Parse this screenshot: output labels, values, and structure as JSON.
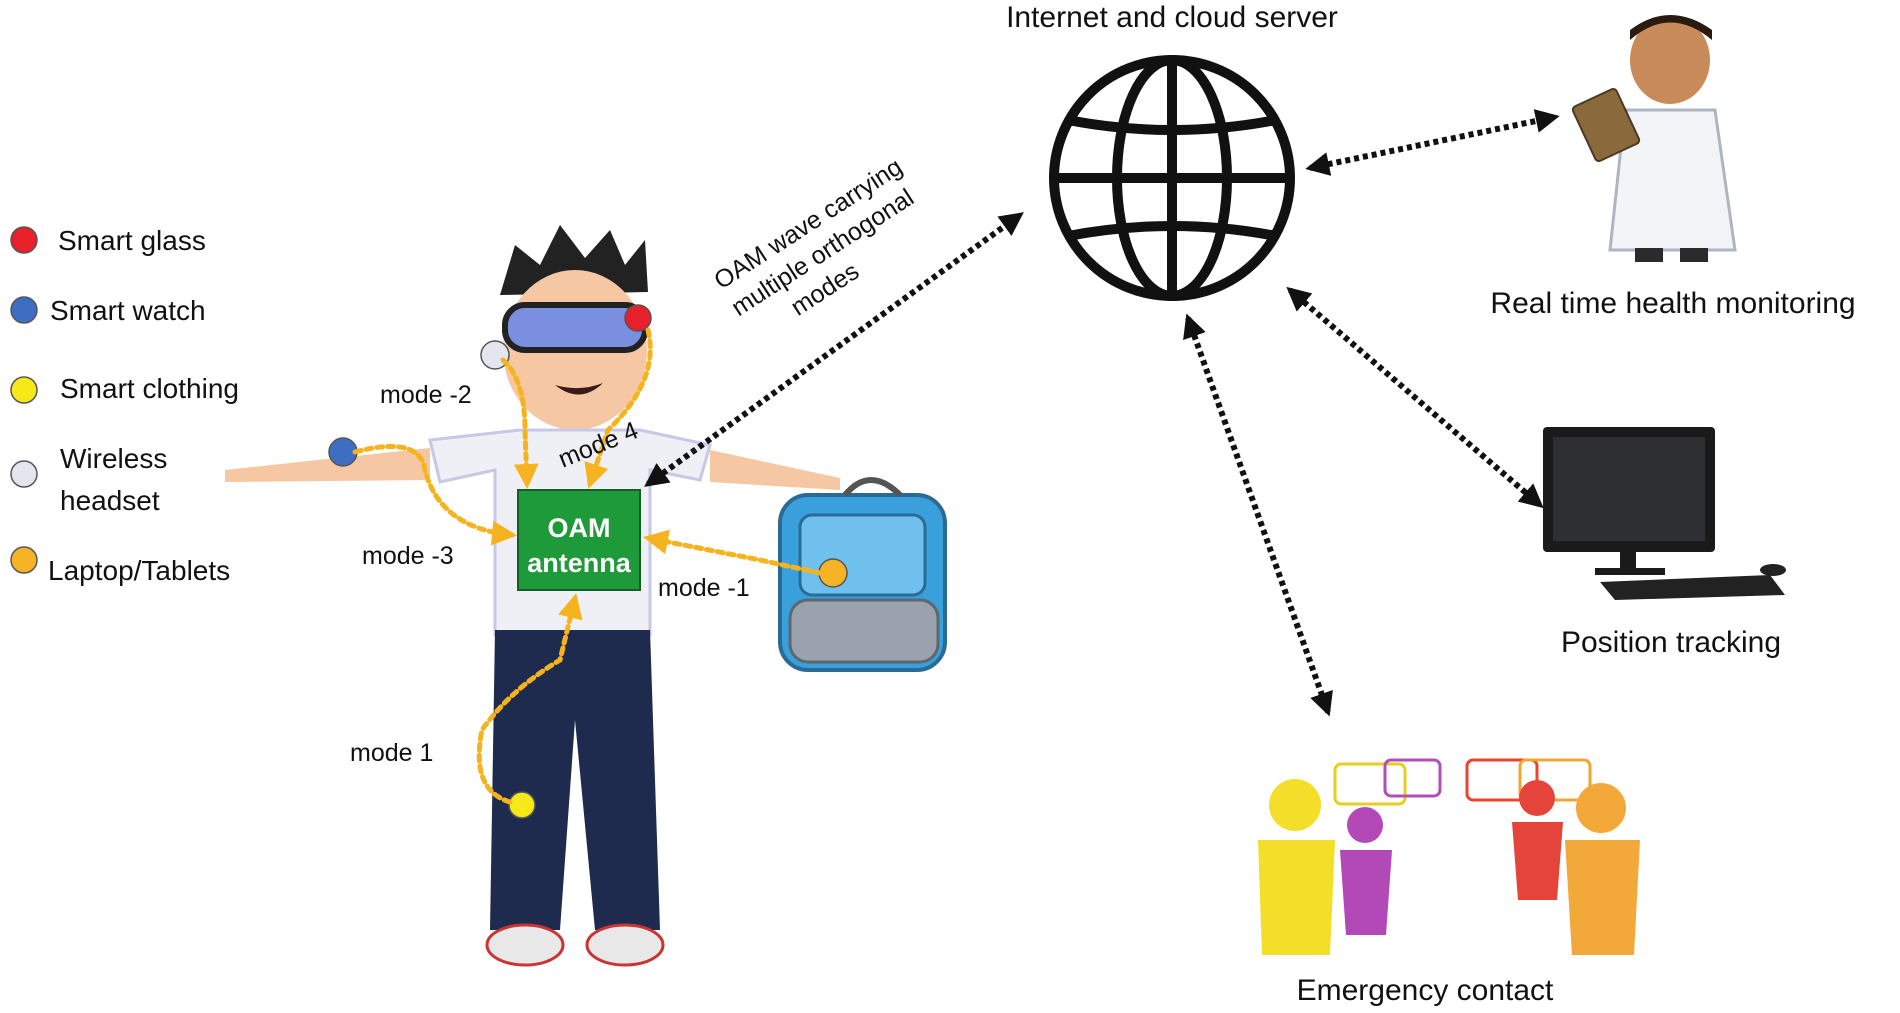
{
  "legend": {
    "items": [
      {
        "label": "Smart glass",
        "color": "#e8202a"
      },
      {
        "label": "Smart watch",
        "color": "#3e6ec2"
      },
      {
        "label": "Smart clothing",
        "color": "#f7e81a"
      },
      {
        "label": "Wireless",
        "label2": "headset",
        "color": "#e3e6ee"
      },
      {
        "label": "Laptop/Tablets",
        "color": "#f6b325"
      }
    ]
  },
  "antenna": {
    "line1": "OAM",
    "line2": "antenna",
    "color": "#1f9a3b"
  },
  "modes": {
    "m_minus2": "mode -2",
    "m_4": "mode 4",
    "m_minus3": "mode -3",
    "m_minus1": "mode -1",
    "m_1": "mode 1"
  },
  "wave_label": {
    "line1": "OAM wave carrying",
    "line2": "multiple orthogonal",
    "line3": "modes"
  },
  "nodes": {
    "cloud": "Internet and cloud server",
    "health": "Real time health monitoring",
    "tracking": "Position tracking",
    "emergency": "Emergency contact"
  },
  "colors": {
    "link_orange": "#f5b31f",
    "link_black": "#111111"
  }
}
